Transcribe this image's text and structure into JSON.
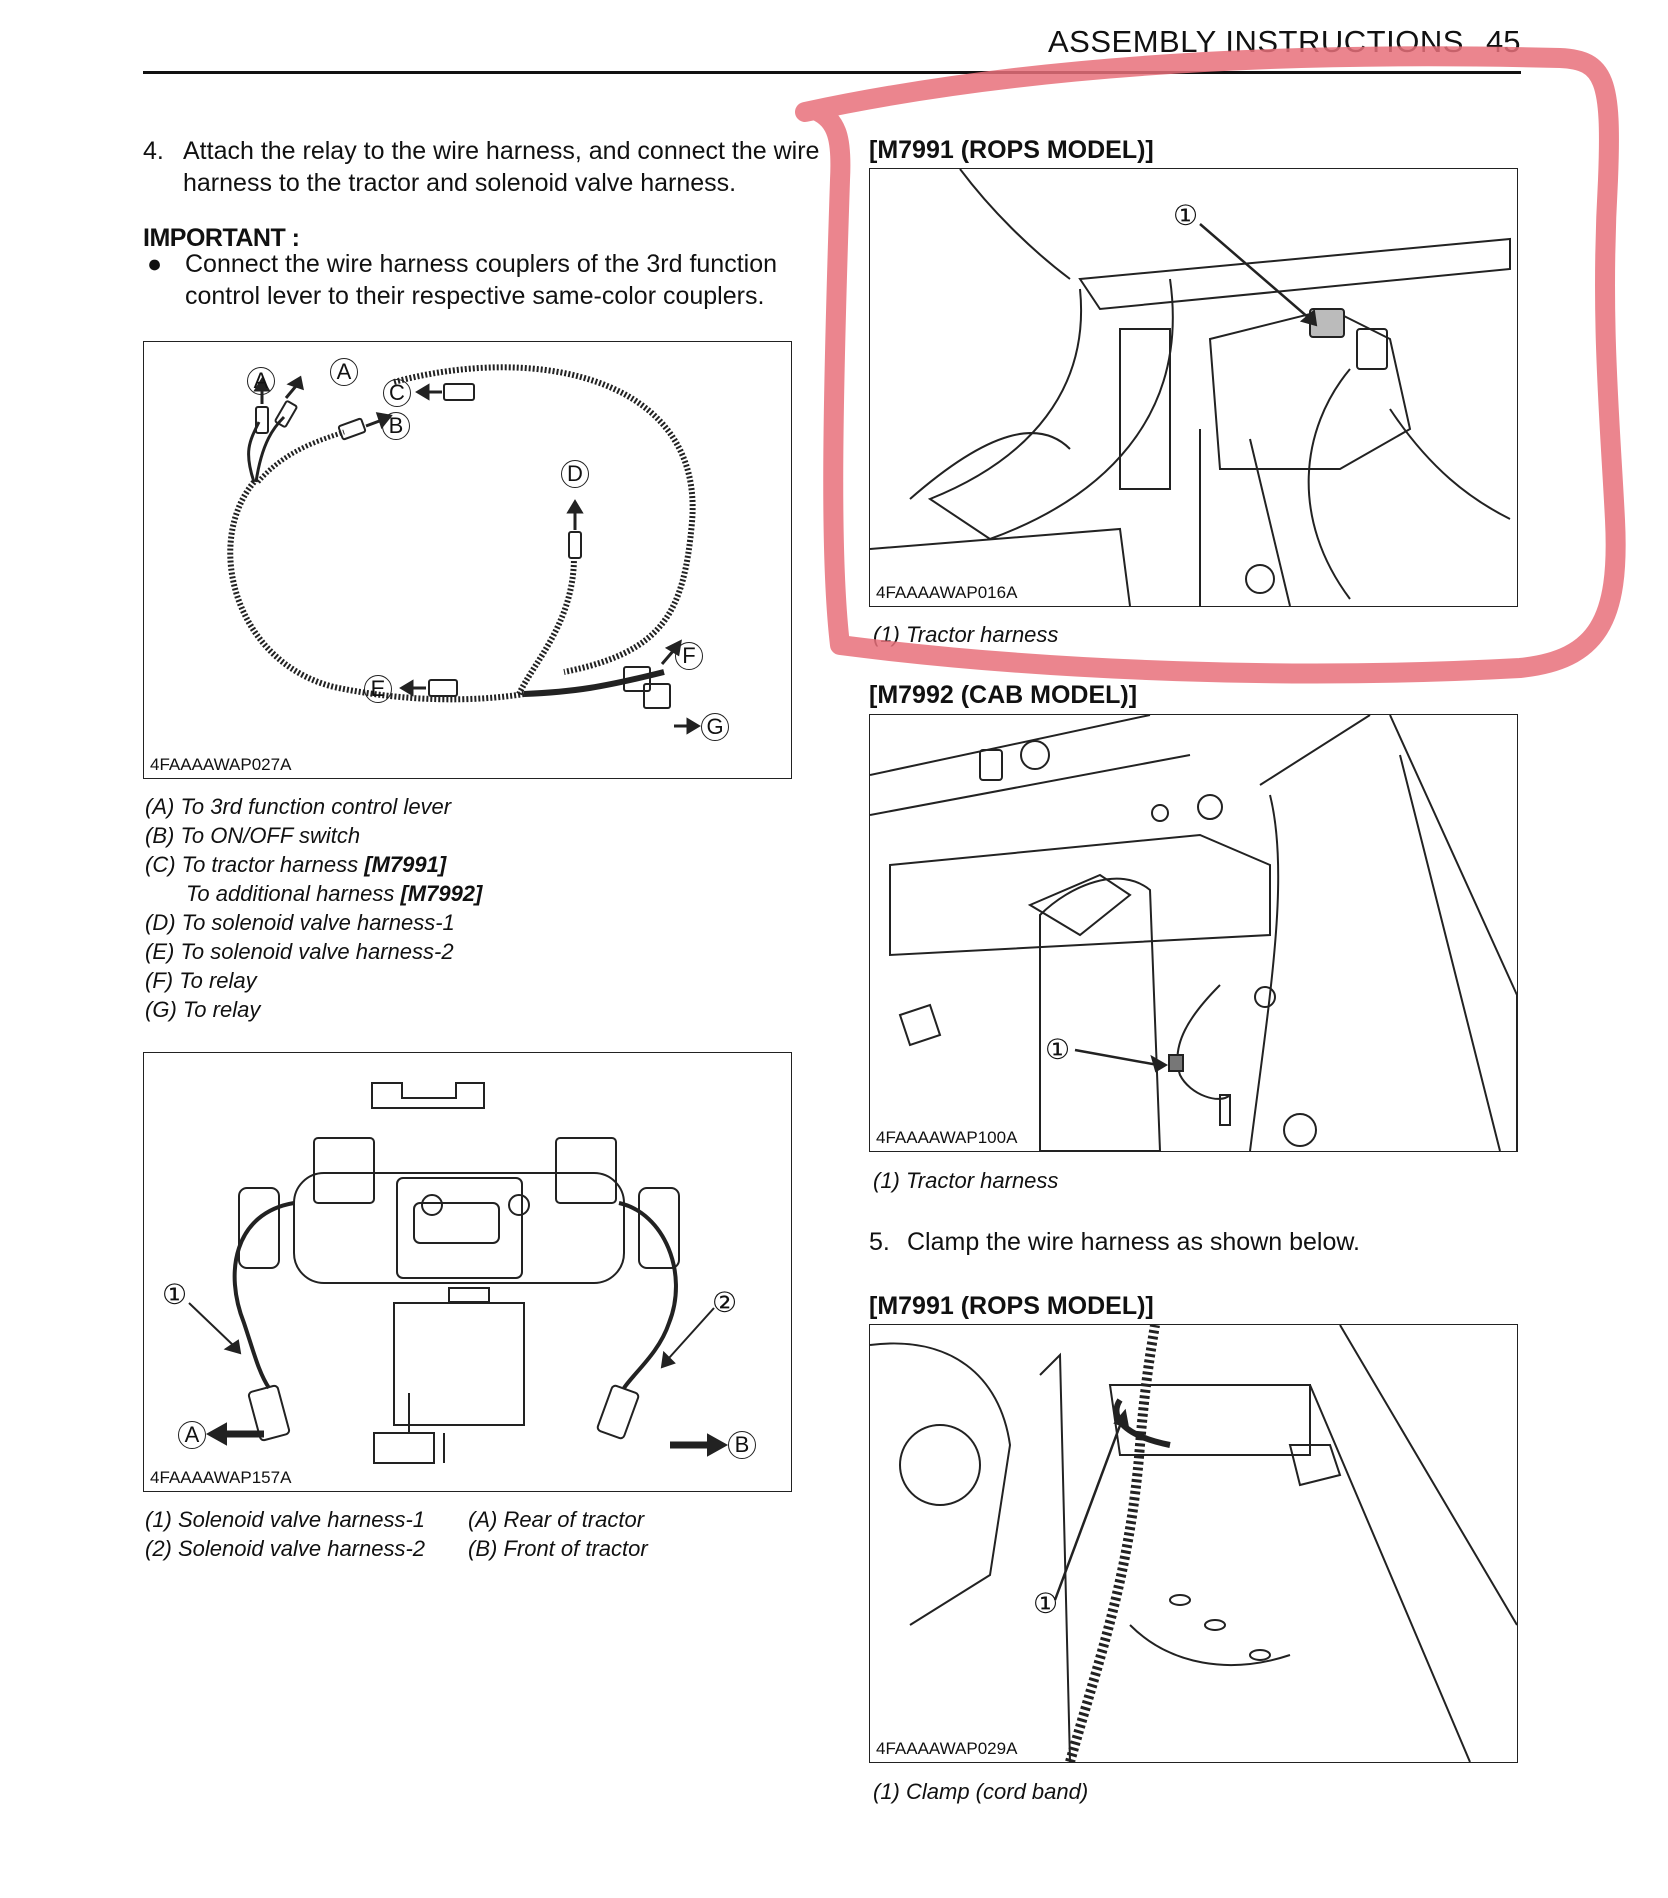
{
  "header": {
    "title": "ASSEMBLY INSTRUCTIONS",
    "page": "45"
  },
  "left": {
    "step4": {
      "num": "4.",
      "text": "Attach the relay to the wire harness, and connect the wire harness to the tractor and solenoid valve harness."
    },
    "important_label": "IMPORTANT :",
    "bullet_dot": "●",
    "bullet": "Connect the wire harness couplers of the 3rd function control lever to their respective same-color couplers.",
    "fig1": {
      "code": "4FAAAAWAP027A",
      "labels": {
        "A": "A",
        "B": "B",
        "C": "C",
        "D": "D",
        "E": "E",
        "F": "F",
        "G": "G"
      },
      "captions": [
        {
          "text": "(A) To 3rd function control lever",
          "bold": ""
        },
        {
          "text": "(B) To ON/OFF switch",
          "bold": ""
        },
        {
          "text": "(C) To tractor harness ",
          "bold": "[M7991]"
        },
        {
          "text": "To additional harness ",
          "bold": "[M7992]"
        },
        {
          "text": "(D) To solenoid valve harness-1",
          "bold": ""
        },
        {
          "text": "(E) To solenoid valve harness-2",
          "bold": ""
        },
        {
          "text": "(F) To relay",
          "bold": ""
        },
        {
          "text": "(G) To relay",
          "bold": ""
        }
      ]
    },
    "fig2": {
      "code": "4FAAAAWAP157A",
      "labels": {
        "n1": "①",
        "n2": "②",
        "A": "A",
        "B": "B"
      },
      "captions": {
        "c1": "(1) Solenoid valve harness-1",
        "c2": "(2) Solenoid valve harness-2",
        "cA": "(A) Rear of tractor",
        "cB": "(B) Front of tractor"
      }
    }
  },
  "right": {
    "rops1": {
      "label": "[M7991 (ROPS MODEL)]",
      "code": "4FAAAAWAP016A",
      "num": "①",
      "caption": "(1) Tractor harness"
    },
    "cab": {
      "label": "[M7992 (CAB MODEL)]",
      "code": "4FAAAAWAP100A",
      "num": "①",
      "caption": "(1) Tractor harness"
    },
    "step5": {
      "num": "5.",
      "text": "Clamp the wire harness as shown below."
    },
    "rops2": {
      "label": "[M7991 (ROPS MODEL)]",
      "code": "4FAAAAWAP029A",
      "num": "①",
      "caption": "(1) Clamp (cord band)"
    }
  },
  "highlight_color": "#e8707a"
}
